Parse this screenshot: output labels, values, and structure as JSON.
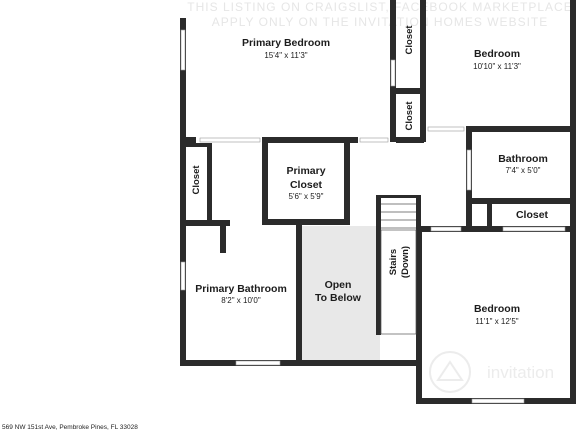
{
  "watermark": {
    "line1": "THIS LISTING ON CRAIGSLIST, FACEBOOK MARKETPLACE",
    "line2": "APPLY ONLY ON THE INVITATION HOMES WEBSITE"
  },
  "rooms": {
    "primary_bedroom": {
      "name": "Primary Bedroom",
      "dims": "15'4\" x 11'3\""
    },
    "bedroom_top": {
      "name": "Bedroom",
      "dims": "10'10\" x 11'3\""
    },
    "primary_closet": {
      "name_line1": "Primary",
      "name_line2": "Closet",
      "dims": "5'6\" x 5'9\""
    },
    "bathroom": {
      "name": "Bathroom",
      "dims": "7'4\" x 5'0\""
    },
    "primary_bathroom": {
      "name": "Primary Bathroom",
      "dims": "8'2\" x 10'0\""
    },
    "open_to_below": {
      "line1": "Open",
      "line2": "To Below"
    },
    "bedroom_bottom": {
      "name": "Bedroom",
      "dims": "11'1\" x 12'5\""
    },
    "stairs": {
      "line1": "Stairs",
      "line2": "(Down)"
    },
    "closet_top_small": {
      "name": "Closet"
    },
    "closet_mid_small": {
      "name": "Closet"
    },
    "closet_left": {
      "name": "Closet"
    },
    "closet_right": {
      "name": "Closet"
    }
  },
  "footer": {
    "address": "569 NW 151st Ave, Pembroke Pines, FL 33028"
  },
  "brand": {
    "name": "invitation"
  },
  "colors": {
    "wall": "#2b2b2b",
    "open_area": "#e8e8e8",
    "watermark": "#e6e6e6"
  }
}
